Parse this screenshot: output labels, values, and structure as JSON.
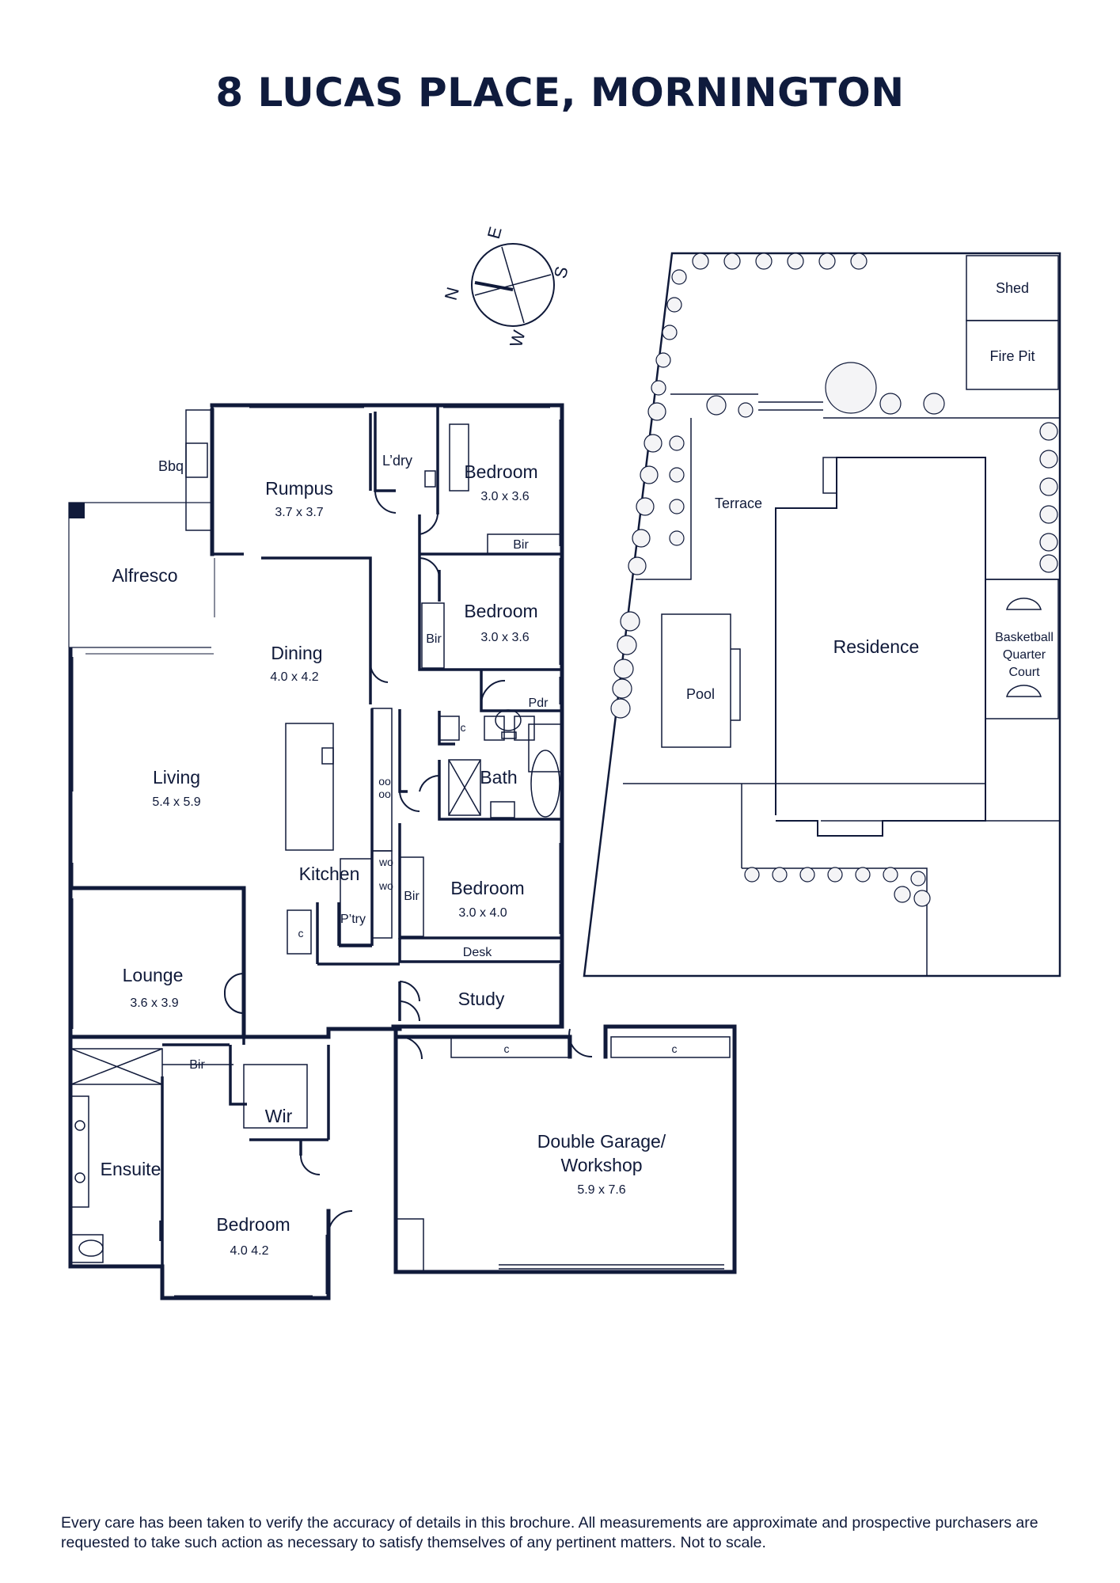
{
  "title": "8 LUCAS PLACE, MORNINGTON",
  "compass": {
    "n": "N",
    "e": "E",
    "s": "S",
    "w": "W"
  },
  "floor_plan": {
    "rumpus": {
      "name": "Rumpus",
      "size": "3.7 x 3.7"
    },
    "laundry": "L’dry",
    "bedroom_2": {
      "name": "Bedroom",
      "size": "3.0 x 3.6"
    },
    "bedroom_3": {
      "name": "Bedroom",
      "size": "3.0 x 3.6"
    },
    "bedroom_4": {
      "name": "Bedroom",
      "size": "3.0 x 4.0"
    },
    "main_bedroom": {
      "name": "Bedroom",
      "size": "4.0  4.2"
    },
    "bir": "Bir",
    "bbq": "Bbq",
    "alfresco": "Alfresco",
    "dining": {
      "name": "Dining",
      "size": "4.0 x 4.2"
    },
    "living": {
      "name": "Living",
      "size": "5.4 x 5.9"
    },
    "kitchen": "Kitchen",
    "pantry": "P’try",
    "powder": "Pdr",
    "bath": "Bath",
    "lounge": {
      "name": "Lounge",
      "size": "3.6 x 3.9"
    },
    "desk": "Desk",
    "study": "Study",
    "wir": "Wir",
    "ensuite": "Ensuite",
    "garage": {
      "line1": "Double Garage/",
      "line2": "Workshop",
      "size": "5.9 x 7.6"
    },
    "cupboard": "c",
    "cooktop": "oo",
    "wall_oven": "wo"
  },
  "site_plan": {
    "shed": "Shed",
    "fire_pit": "Fire Pit",
    "terrace": "Terrace",
    "residence": "Residence",
    "pool": "Pool",
    "court": {
      "line1": "Basketball",
      "line2": "Quarter",
      "line3": "Court"
    }
  },
  "disclaimer": "Every care has been taken to verify the accuracy of details in this brochure. All measurements are approximate and prospective purchasers are requested to take such action as necessary to satisfy themselves of any pertinent matters. Not to scale."
}
